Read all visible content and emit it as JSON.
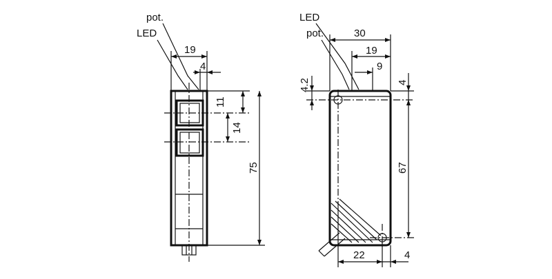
{
  "left_view": {
    "labels": {
      "pot": "pot.",
      "led": "LED"
    },
    "dimensions": {
      "width_19": "19",
      "offset_4": "4",
      "height_11": "11",
      "height_14": "14",
      "height_75": "75"
    }
  },
  "right_view": {
    "labels": {
      "led": "LED",
      "pot": "pot."
    },
    "dimensions": {
      "width_30": "30",
      "width_19": "19",
      "width_9": "9",
      "hole_4_2": "4.2",
      "offset_4_top": "4",
      "height_67": "67",
      "width_22": "22",
      "offset_4_bottom": "4"
    }
  }
}
